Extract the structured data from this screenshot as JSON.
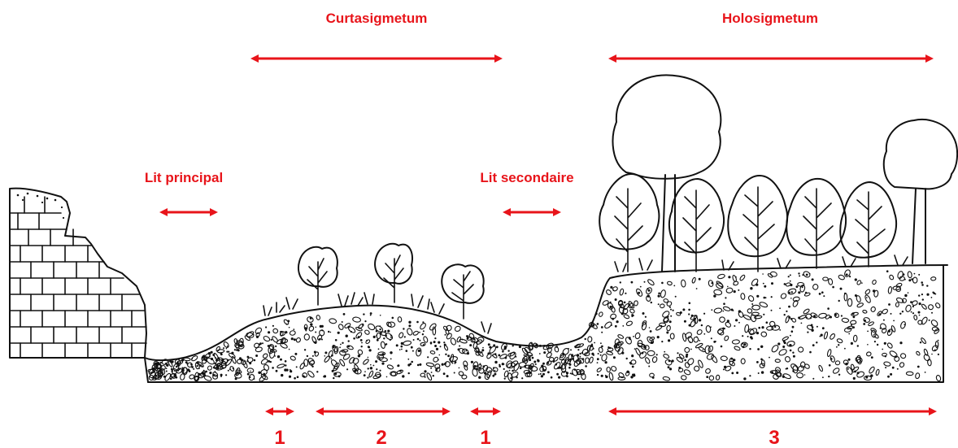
{
  "labels": {
    "curtasigmetum": "Curtasigmetum",
    "holosigmetum": "Holosigmetum",
    "lit_principal": "Lit principal",
    "lit_secondaire": "Lit secondaire"
  },
  "zones": {
    "zone_1_left": "1",
    "zone_2": "2",
    "zone_1_right": "1",
    "zone_3": "3"
  },
  "colors": {
    "annotation": "#e8141a",
    "ink": "#111111"
  }
}
